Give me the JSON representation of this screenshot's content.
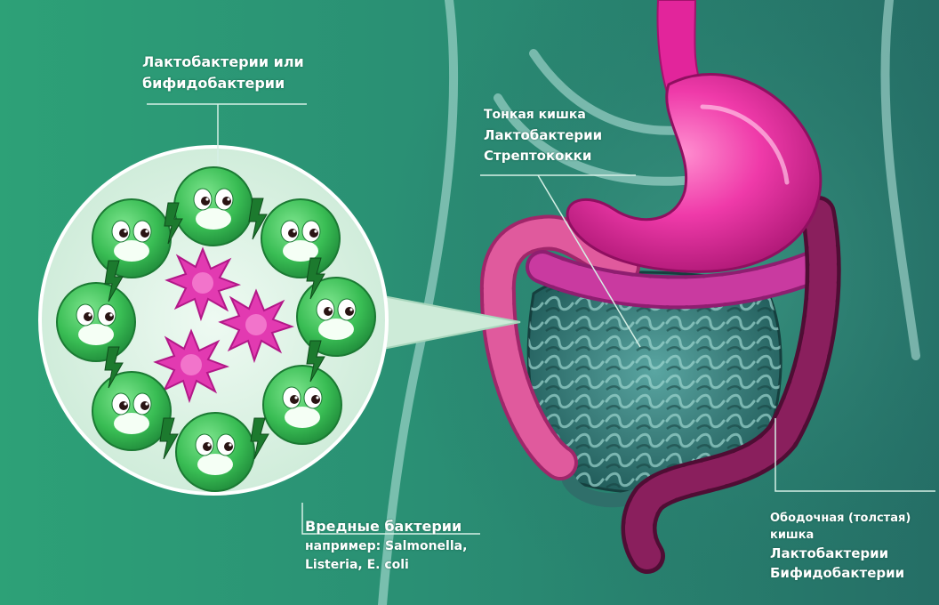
{
  "colors": {
    "background_left": "#2da177",
    "background_right": "#256e66",
    "microbe_circle": "#d9f1e3",
    "good_bacteria": "#3cc25a",
    "bad_bacteria": "#e33bb3",
    "stomach": "#e2259b",
    "colon_ascending": "#d14a8a",
    "colon_descending": "#7c1852",
    "small_intestine": "#2f6f6a"
  },
  "icons": {
    "good_bacteria": "smiling-bacterium-icon",
    "bad_bacteria": "spiky-star-icon",
    "fight": "lightning-bolt-icon"
  },
  "labels": {
    "good": {
      "line1": "Лактобактерии или",
      "line2": "бифидобактерии"
    },
    "small_intestine": {
      "line1": "Тонкая кишка",
      "line2": "Лактобактерии",
      "line3": "Стрептококки"
    },
    "harmful": {
      "line1": "Вредные бактерии",
      "line2": "например: Salmonella,",
      "line3": "Listeria, E. coli"
    },
    "colon": {
      "line1": "Ободочная (толстая)",
      "line2": "кишка",
      "line3": "Лактобактерии",
      "line4": "Бифидобактерии"
    }
  }
}
